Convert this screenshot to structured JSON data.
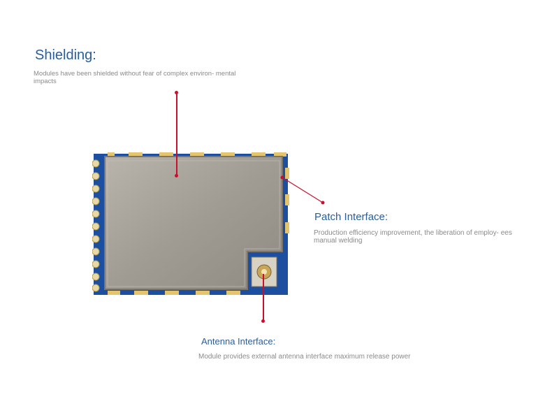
{
  "callouts": {
    "shielding": {
      "title": "Shielding:",
      "description": "Modules have been shielded without fear of complex environ- mental impacts"
    },
    "patch_interface": {
      "title": "Patch Interface:",
      "description": "Production efficiency improvement, the liberation of employ- ees manual welding"
    },
    "antenna_interface": {
      "title": "Antenna Interface:",
      "description": "Module provides external antenna interface maximum release power"
    }
  },
  "colors": {
    "title": "#2a5d9c",
    "description": "#8a8a8a",
    "pointer": "#c8102e",
    "pcb": "#1d4fa0",
    "shield": "#a8a39a"
  }
}
